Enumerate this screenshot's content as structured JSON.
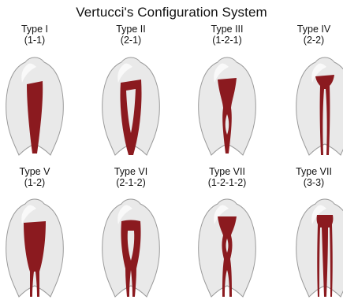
{
  "title": "Vertucci's Configuration System",
  "colors": {
    "canal": "#8b1a1f",
    "tooth": "#e9e9e9",
    "outline": "#9a9a9a"
  },
  "types": [
    {
      "name": "Type I",
      "config": "(1-1)"
    },
    {
      "name": "Type II",
      "config": "(2-1)"
    },
    {
      "name": "Type III",
      "config": "(1-2-1)"
    },
    {
      "name": "Type  IV",
      "config": "(2-2)"
    },
    {
      "name": "Type V",
      "config": "(1-2)"
    },
    {
      "name": "Type VI",
      "config": "(2-1-2)"
    },
    {
      "name": "Type VII",
      "config": "(1-2-1-2)"
    },
    {
      "name": "Type  VII",
      "config": "(3-3)"
    }
  ]
}
